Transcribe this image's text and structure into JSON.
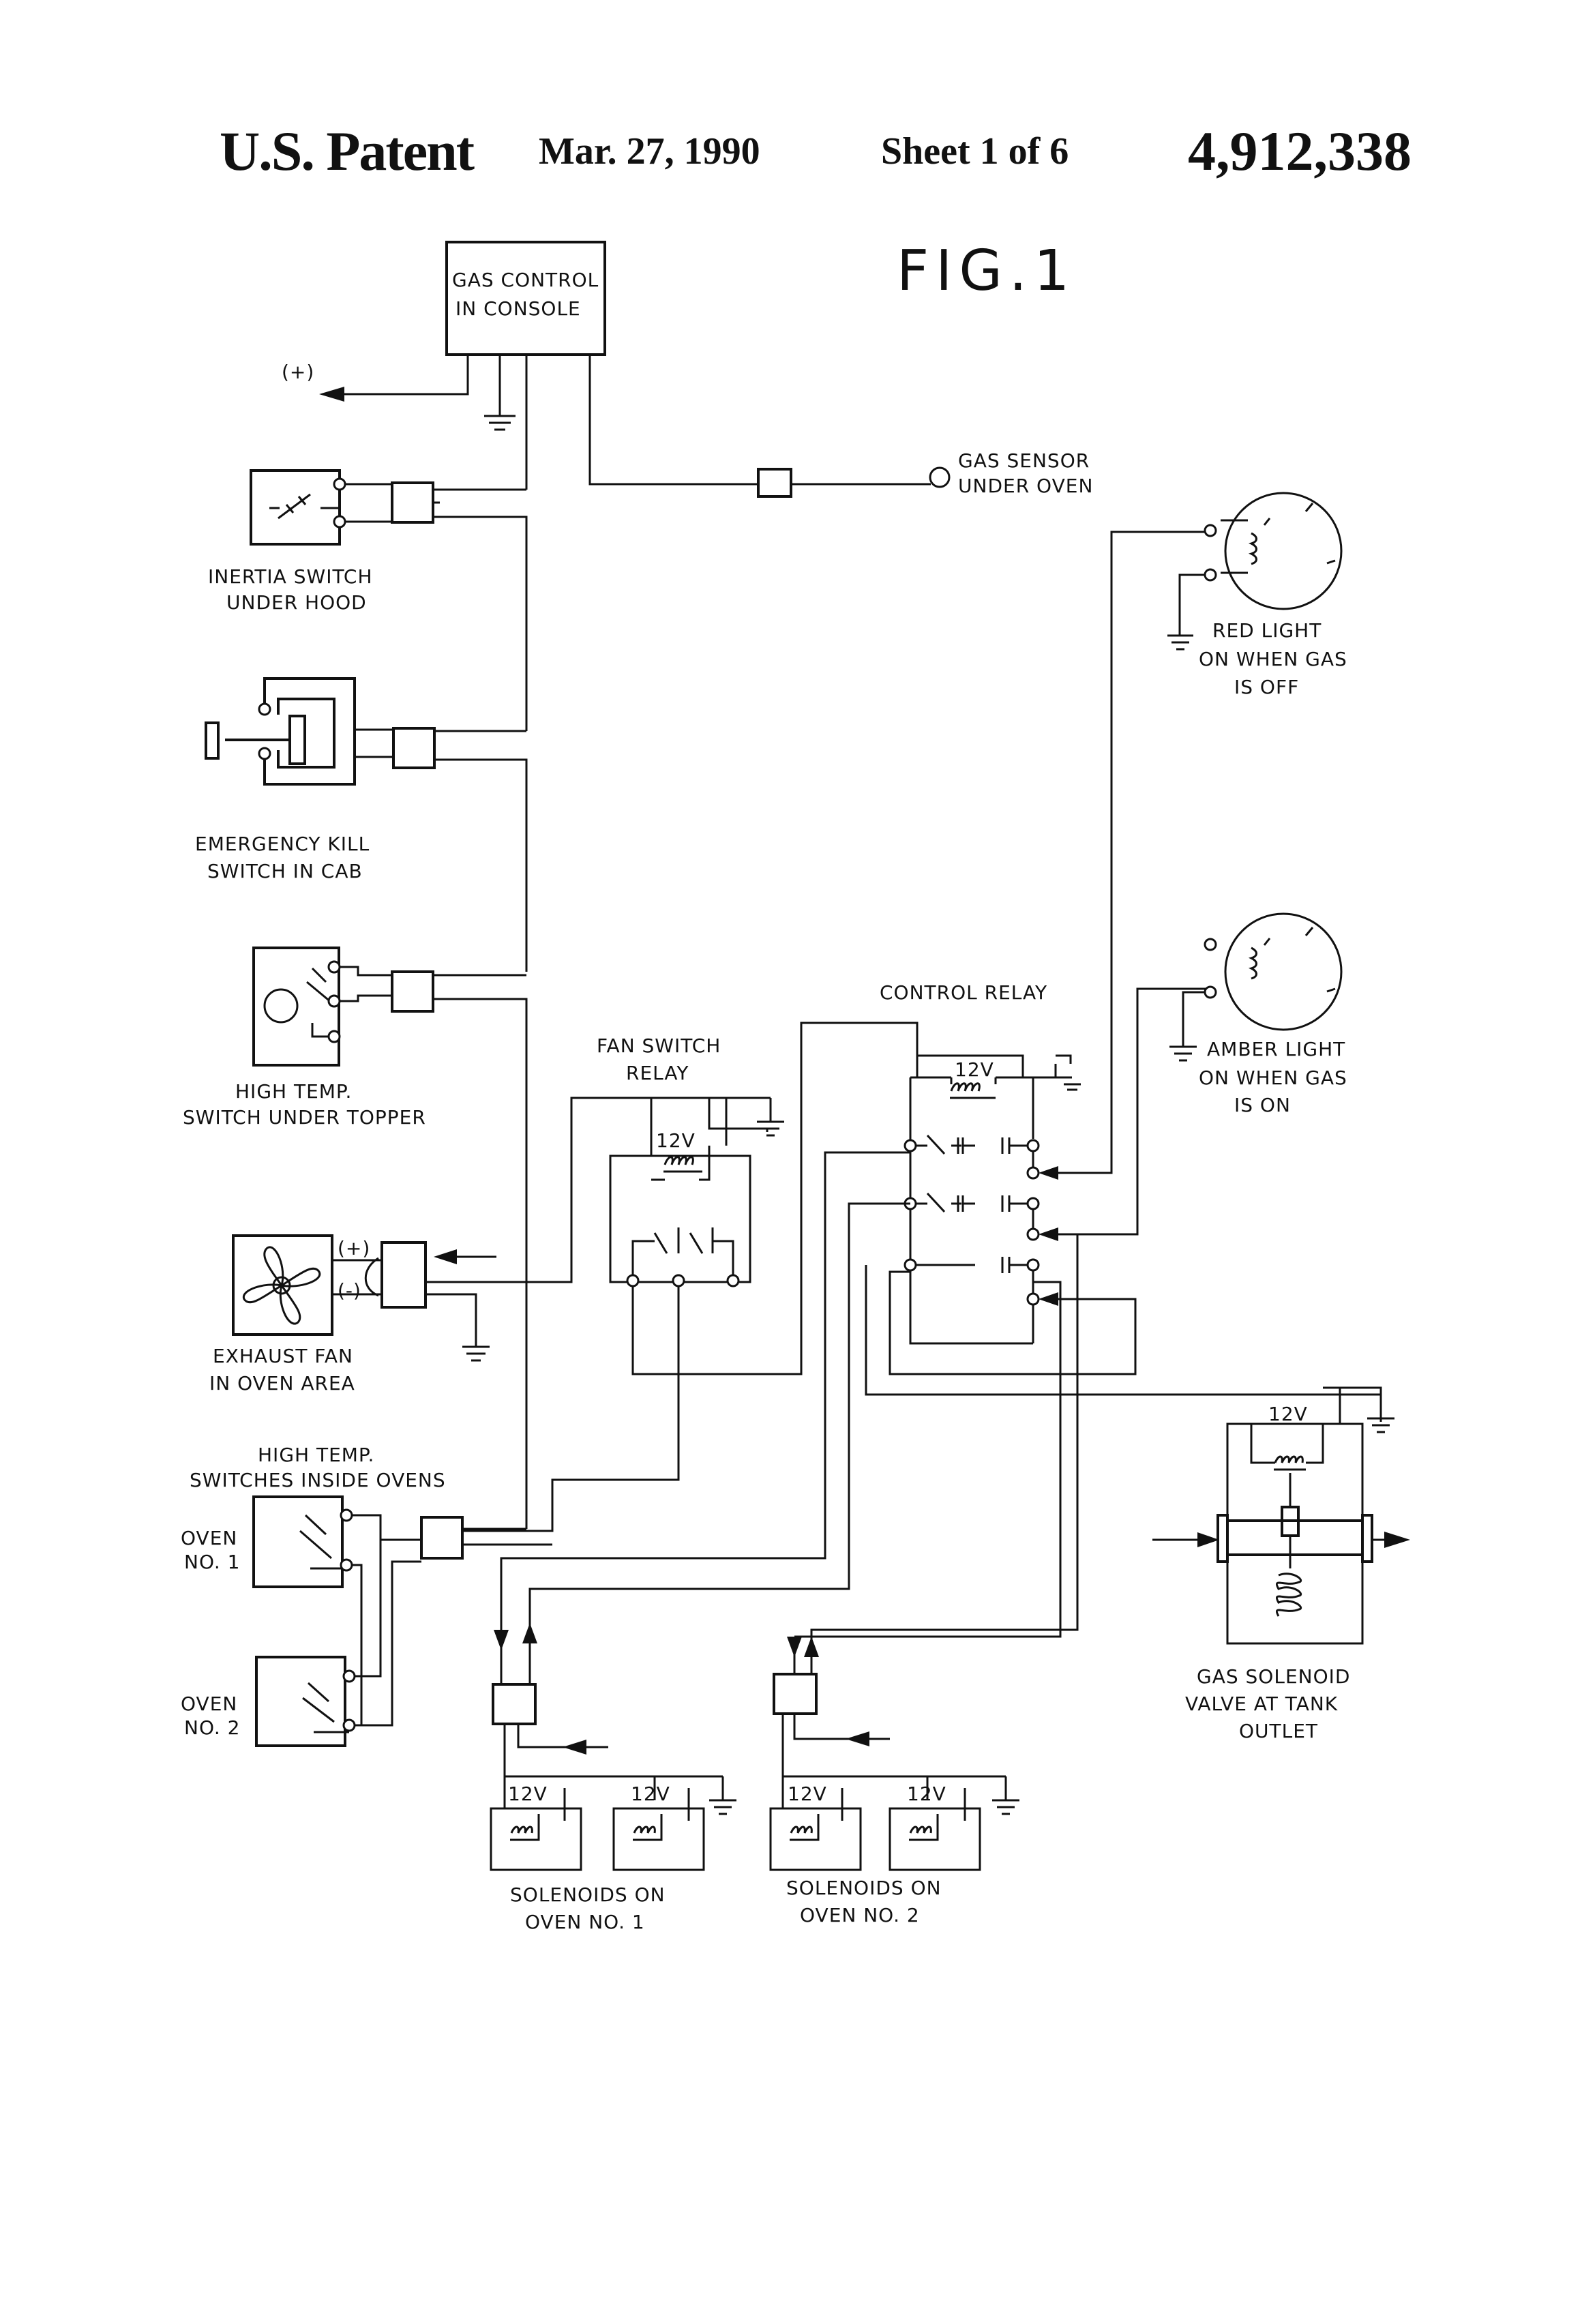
{
  "header": {
    "patent": "U.S. Patent",
    "date": "Mar. 27, 1990",
    "sheet": "Sheet 1 of 6",
    "number": "4,912,338"
  },
  "figure": {
    "title": "FIG.1"
  },
  "labels": {
    "gas_control_1": "GAS CONTROL",
    "gas_control_2": "IN CONSOLE",
    "plus": "(+)",
    "gas_sensor_1": "GAS SENSOR",
    "gas_sensor_2": "UNDER OVEN",
    "inertia_1": "INERTIA SWITCH",
    "inertia_2": "UNDER HOOD",
    "red_light_1": "RED LIGHT",
    "red_light_2": "ON WHEN GAS",
    "red_light_3": "IS OFF",
    "kill_1": "EMERGENCY KILL",
    "kill_2": "SWITCH IN CAB",
    "control_relay": "CONTROL RELAY",
    "amber_1": "AMBER LIGHT",
    "amber_2": "ON WHEN GAS",
    "amber_3": "IS ON",
    "fan_relay_1": "FAN SWITCH",
    "fan_relay_2": "RELAY",
    "hightemp_topper_1": "HIGH TEMP.",
    "hightemp_topper_2": "SWITCH UNDER TOPPER",
    "fan_plus": "(+)",
    "fan_minus": "(-)",
    "exhaust_1": "EXHAUST FAN",
    "exhaust_2": "IN OVEN AREA",
    "hightemp_ovens_1": "HIGH TEMP.",
    "hightemp_ovens_2": "SWITCHES INSIDE OVENS",
    "oven1_1": "OVEN",
    "oven1_2": "NO. 1",
    "oven2_1": "OVEN",
    "oven2_2": "NO. 2",
    "solenoid_valve_1": "GAS SOLENOID",
    "solenoid_valve_2": "VALVE AT TANK",
    "solenoid_valve_3": "OUTLET",
    "sol_oven1_1": "SOLENOIDS ON",
    "sol_oven1_2": "OVEN NO. 1",
    "sol_oven2_1": "SOLENOIDS ON",
    "sol_oven2_2": "OVEN NO. 2",
    "v12": "12V"
  }
}
